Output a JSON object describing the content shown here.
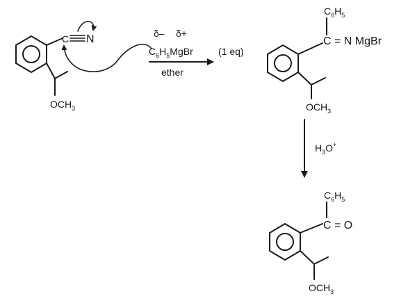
{
  "reactant": {
    "nitrile_carbon": "C",
    "nitrile_nitrogen": "N",
    "methoxy": {
      "O": "OCH",
      "sub": "3"
    }
  },
  "reagent": {
    "delta_minus": "δ–",
    "delta_plus": "δ+",
    "C": "C",
    "sub6": "6",
    "H": "H",
    "sub5": "5",
    "MgBr": "MgBr",
    "equiv": "(1 eq)",
    "solvent": "ether"
  },
  "intermediate": {
    "phenyl": {
      "C": "C",
      "sub6": "6",
      "H": "H",
      "sub5": "5"
    },
    "imine": "C = N MgBr",
    "methoxy": {
      "O": "OCH",
      "sub": "3"
    }
  },
  "step2": {
    "reagent": {
      "H": "H",
      "sub": "3",
      "O": "O",
      "sup": "+"
    }
  },
  "product": {
    "phenyl": {
      "C": "C",
      "sub6": "6",
      "H": "H",
      "sub5": "5"
    },
    "ketone": "C = O",
    "methoxy": {
      "O": "OCH",
      "sub": "3"
    }
  }
}
